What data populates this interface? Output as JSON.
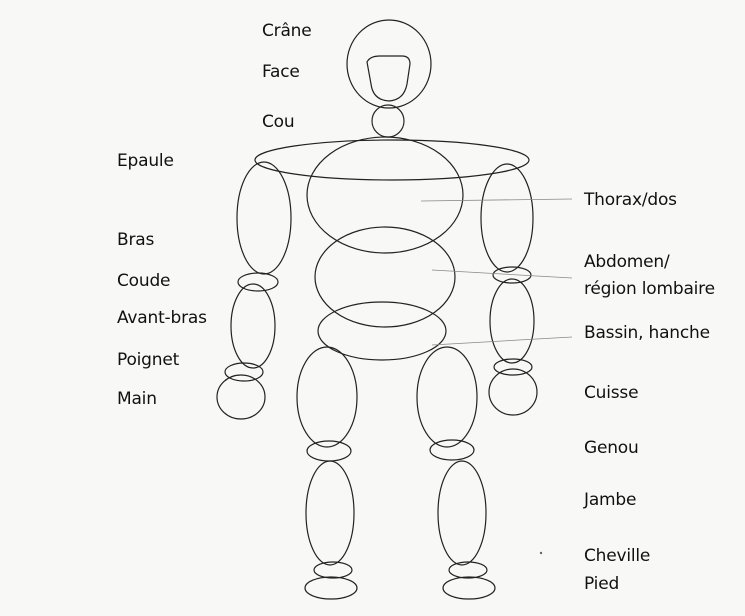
{
  "left_labels": [
    {
      "key": "crane",
      "text": "Crâne"
    },
    {
      "key": "face",
      "text": "Face"
    },
    {
      "key": "cou",
      "text": "Cou"
    },
    {
      "key": "epaule",
      "text": "Epaule"
    },
    {
      "key": "bras",
      "text": "Bras"
    },
    {
      "key": "coude",
      "text": "Coude"
    },
    {
      "key": "avant_bras",
      "text": "Avant-bras"
    },
    {
      "key": "poignet",
      "text": "Poignet"
    },
    {
      "key": "main",
      "text": "Main"
    }
  ],
  "right_labels": [
    {
      "key": "thorax",
      "text": "Thorax/dos"
    },
    {
      "key": "abdomen_1",
      "text": "Abdomen/"
    },
    {
      "key": "abdomen_2",
      "text": "région lombaire"
    },
    {
      "key": "bassin",
      "text": "Bassin, hanche"
    },
    {
      "key": "cuisse",
      "text": "Cuisse"
    },
    {
      "key": "genou",
      "text": "Genou"
    },
    {
      "key": "jambe",
      "text": "Jambe"
    },
    {
      "key": "cheville",
      "text": "Cheville"
    },
    {
      "key": "pied",
      "text": "Pied"
    }
  ],
  "colors": {
    "background": "#f8f8f6",
    "ink": "#222222",
    "leader": "#888888"
  }
}
